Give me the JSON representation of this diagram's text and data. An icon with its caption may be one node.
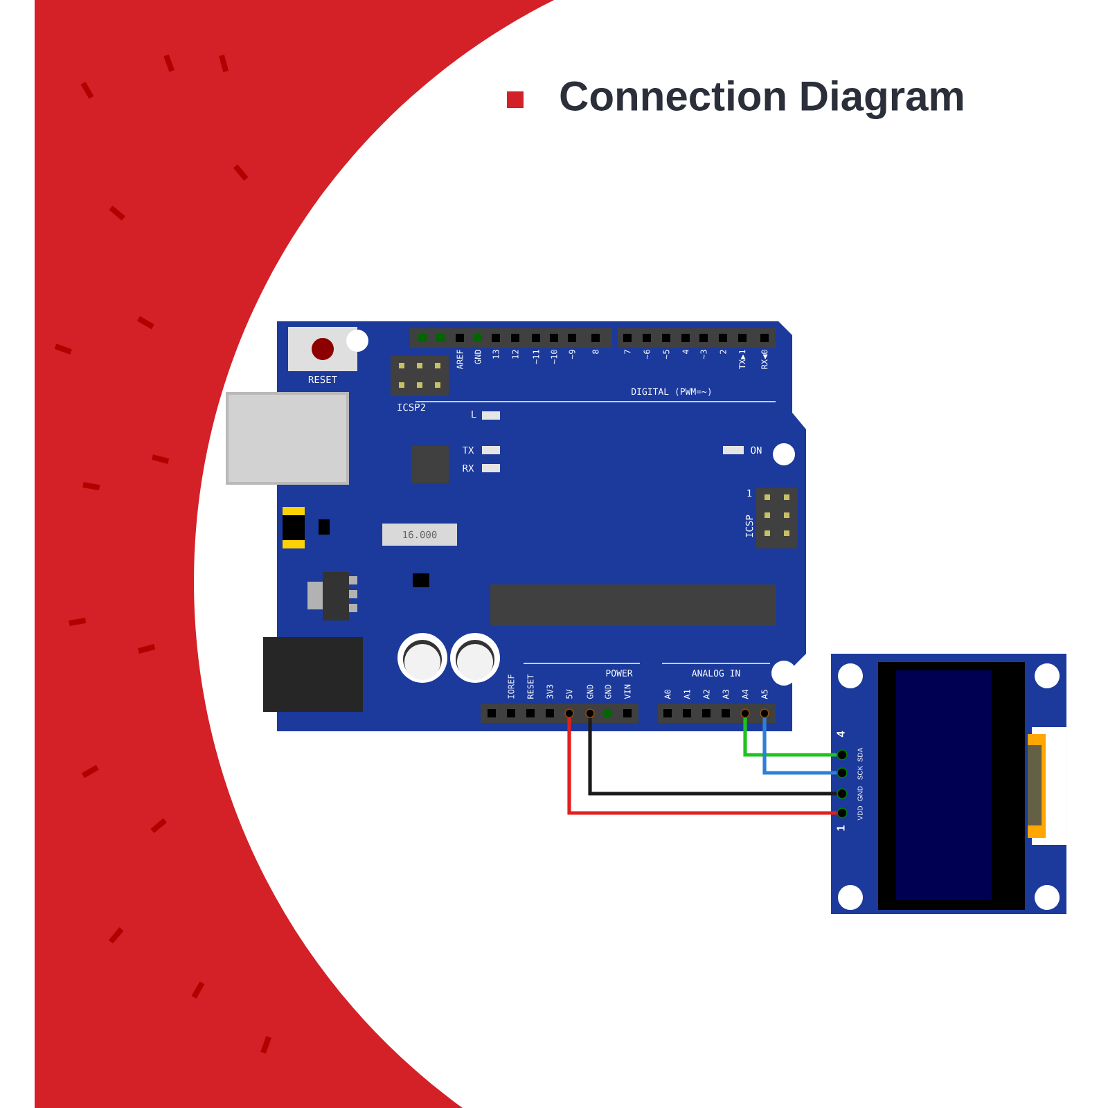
{
  "diagram": {
    "title": "Connection Diagram",
    "nodes": [
      {
        "text": [],
        "shape": "box"
      },
      {
        "text": [
          "5V"
        ],
        "in": 0
      },
      {
        "text": [
          "GND"
        ],
        "in": 0
      },
      {
        "text": [
          "A4"
        ],
        "in": 0
      },
      {
        "text": [
          "A5"
        ],
        "in": 0
      },
      {
        "text": [],
        "shape": "box"
      },
      {
        "text": [
          "VDD"
        ],
        "in": 5
      },
      {
        "text": [
          "GND"
        ],
        "in": 5
      },
      {
        "text": [
          "SCK"
        ],
        "in": 5
      },
      {
        "text": [
          "SDA"
        ],
        "in": 5
      }
    ],
    "edges": [
      {
        "from": 1,
        "to": 6,
        "arrow": "none",
        "color": "#e0201c"
      },
      {
        "from": 2,
        "to": 7,
        "arrow": "none",
        "color": "#1a1a1a"
      },
      {
        "from": 3,
        "to": 9,
        "arrow": "none",
        "color": "#1fc21f"
      },
      {
        "from": 4,
        "to": 8,
        "arrow": "none",
        "color": "#2f7fd8"
      }
    ],
    "labels": [
      "RESET",
      "AREF",
      "GND",
      "13",
      "12",
      "~11",
      "~10",
      "~9",
      "8",
      "7",
      "~6",
      "~5",
      "4",
      "~3",
      "2",
      "TX▶1",
      "RX◀0",
      "ICSP2",
      "DIGITAL (PWM=~)",
      "L",
      "TX",
      "RX",
      "ON",
      "1",
      "ICSP",
      "16.000",
      "IOREF",
      "RESET",
      "3V3",
      "GND",
      "VIN",
      "POWER",
      "ANALOG IN",
      "A0",
      "A1",
      "A2",
      "A3",
      "4",
      "1"
    ]
  }
}
